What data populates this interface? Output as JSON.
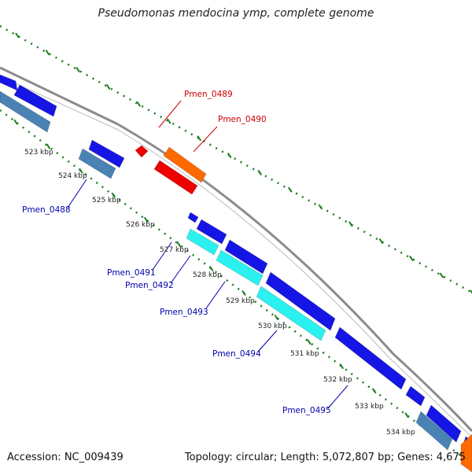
{
  "title": "Pseudomonas mendocina ymp, complete genome",
  "footer": {
    "accession": "Accession: NC_009439",
    "summary": "Topology: circular; Length: 5,072,807 bp; Genes: 4,675"
  },
  "colors": {
    "backbone": "#8c8c8c",
    "tick": "#1e7d1e",
    "forward_cds": "#ff6a00",
    "forward_gene": "#ee0000",
    "reverse_cds": "#1515e6",
    "reverse_gene": "#2bf0f0",
    "steel": "#4a82b4",
    "label_red": "#cc0000",
    "label_blue": "#0000aa"
  },
  "scale_labels": [
    "523 kbp",
    "524 kbp",
    "525 kbp",
    "526 kbp",
    "527 kbp",
    "528 kbp",
    "529 kbp",
    "530 kbp",
    "531 kbp",
    "532 kbp",
    "533 kbp",
    "534 kbp"
  ],
  "gene_labels": [
    "Pmen_0488",
    "Pmen_0489",
    "Pmen_0490",
    "Pmen_0491",
    "Pmen_0492",
    "Pmen_0493",
    "Pmen_0494",
    "Pmen_0495"
  ]
}
